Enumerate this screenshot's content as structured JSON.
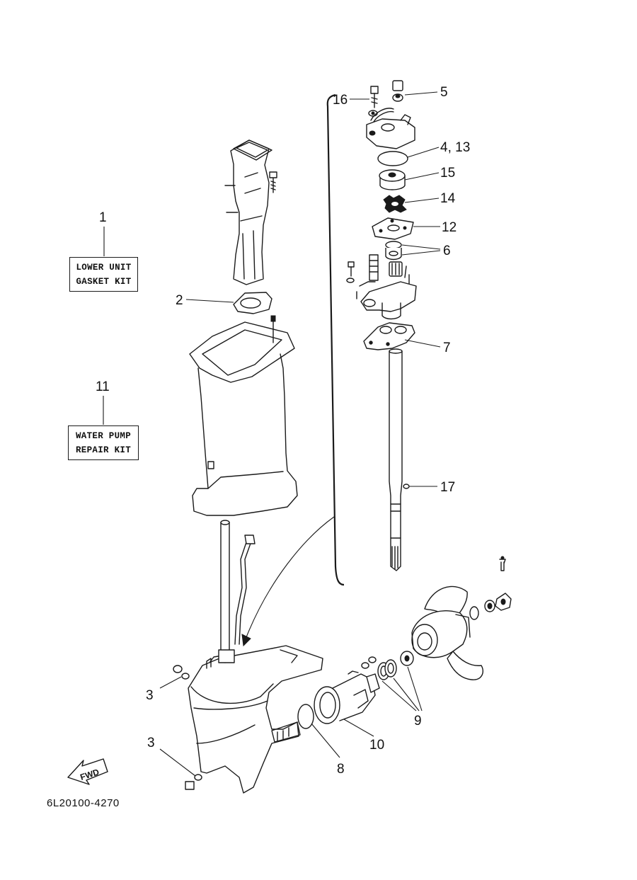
{
  "diagram": {
    "document_code": "6L20100-4270",
    "direction_label": "FWD",
    "kits": [
      {
        "ref": "1",
        "lines": [
          "LOWER UNIT",
          "GASKET KIT"
        ]
      },
      {
        "ref": "11",
        "lines": [
          "WATER PUMP",
          "REPAIR KIT"
        ]
      }
    ],
    "callouts": [
      "16",
      "5",
      "4, 13",
      "15",
      "14",
      "12",
      "6",
      "7",
      "17",
      "2",
      "3",
      "3",
      "8",
      "10",
      "9"
    ]
  }
}
